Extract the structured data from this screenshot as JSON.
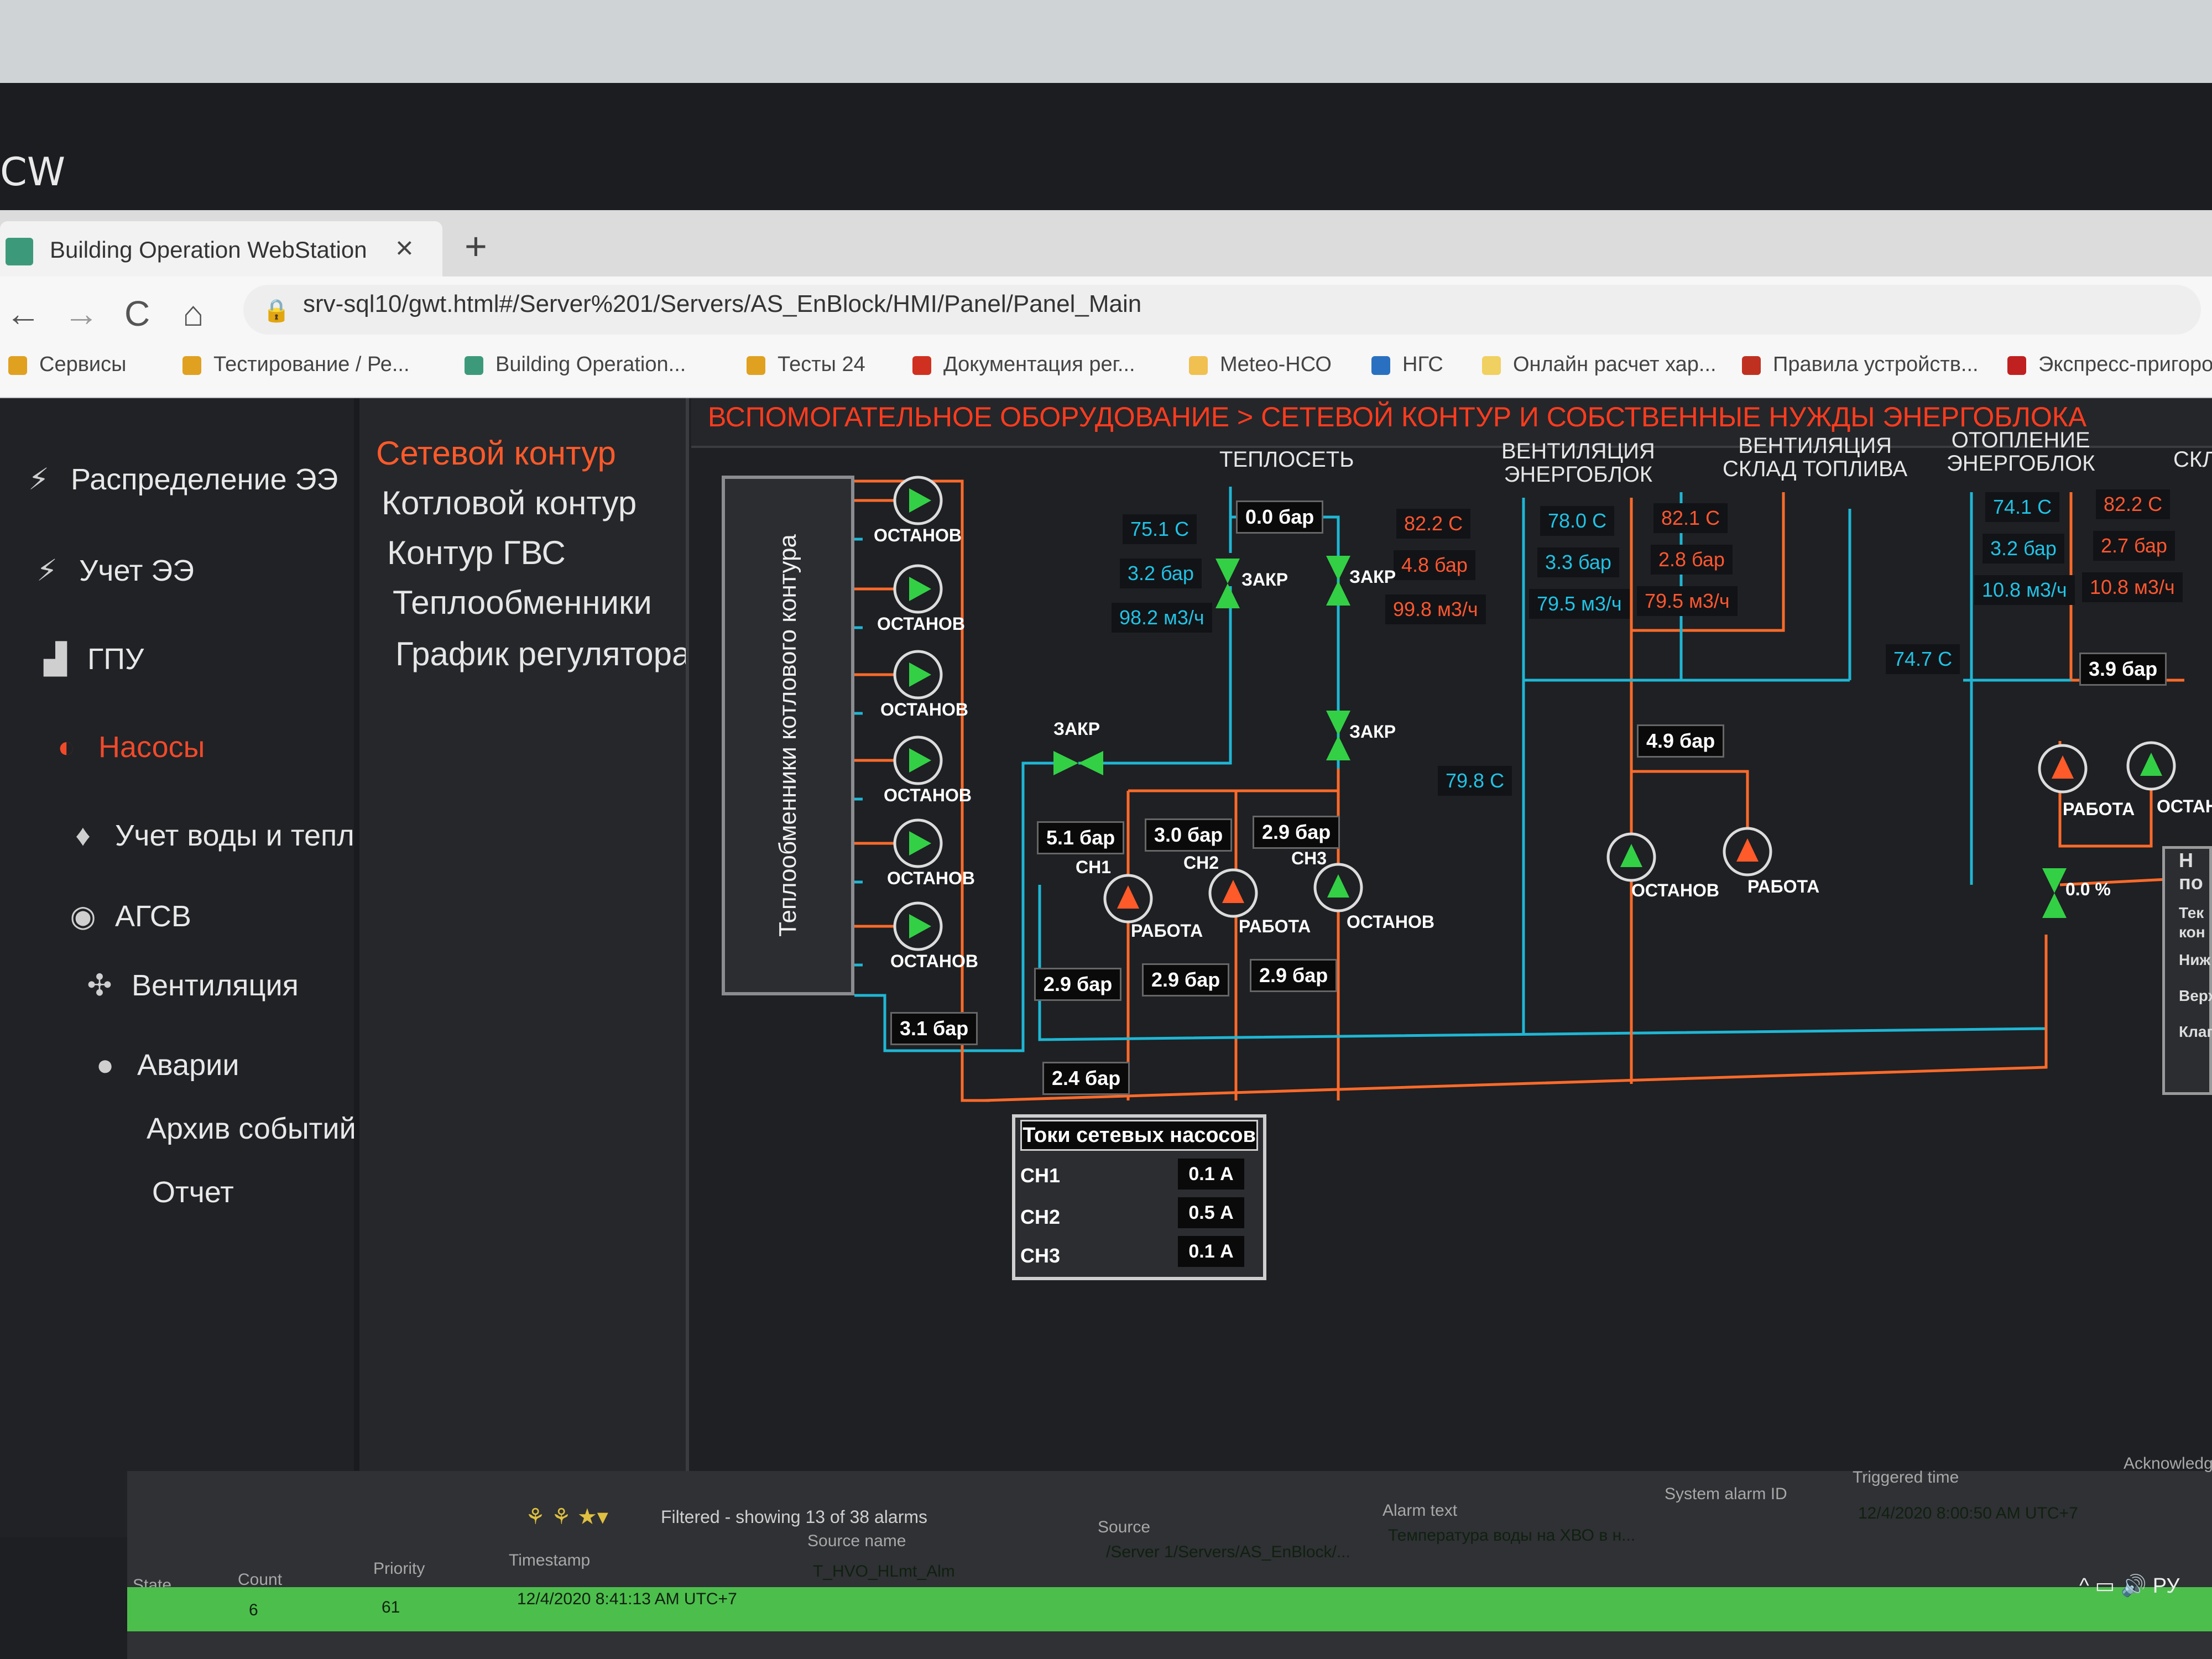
{
  "os": {
    "title": "CW"
  },
  "browser": {
    "tab_title": "Building Operation WebStation",
    "tab_close": "×",
    "new_tab": "+",
    "back": "←",
    "forward": "→",
    "reload": "C",
    "home": "⌂",
    "url": "srv-sql10/gwt.html#/Server%201/Servers/AS_EnBlock/HMI/Panel/Panel_Main",
    "bookmarks": [
      {
        "label": "Сервисы",
        "color": "#e0a020"
      },
      {
        "label": "Тестирование / Ре...",
        "color": "#e0a020"
      },
      {
        "label": "Building Operation...",
        "color": "#3c9a7a"
      },
      {
        "label": "Тесты 24",
        "color": "#e0a020"
      },
      {
        "label": "Документация рег...",
        "color": "#d03020"
      },
      {
        "label": "Meteo-НСО",
        "color": "#f0c050"
      },
      {
        "label": "НГС",
        "color": "#2a70c0"
      },
      {
        "label": "Онлайн расчет хар...",
        "color": "#f0d060"
      },
      {
        "label": "Правила устройств...",
        "color": "#c03020"
      },
      {
        "label": "Экспресс-пригоро",
        "color": "#c02020"
      }
    ]
  },
  "nav": {
    "items": [
      {
        "label": "Распределение ЭЭ",
        "icon": "lightning-icon",
        "glyph": "⚡"
      },
      {
        "label": "Учет ЭЭ",
        "icon": "meter-icon",
        "glyph": "⚡"
      },
      {
        "label": "ГПУ",
        "icon": "factory-icon",
        "glyph": "▟"
      },
      {
        "label": "Насосы",
        "icon": "pump-icon",
        "glyph": "◐",
        "active": true
      },
      {
        "label": "Учет воды и тепла",
        "icon": "drop-icon",
        "glyph": "♦"
      },
      {
        "label": "АГСВ",
        "icon": "gauge-icon",
        "glyph": "◉"
      },
      {
        "label": "Вентиляция",
        "icon": "fan-icon",
        "glyph": "✣"
      },
      {
        "label": "Аварии",
        "icon": "alarm-icon",
        "glyph": "●"
      },
      {
        "label": "Архив событий",
        "icon": "",
        "glyph": ""
      },
      {
        "label": "Отчет",
        "icon": "",
        "glyph": ""
      }
    ]
  },
  "subnav": {
    "items": [
      {
        "label": "Сетевой контур",
        "active": true
      },
      {
        "label": "Котловой контур"
      },
      {
        "label": "Контур ГВС"
      },
      {
        "label": "Теплообменники"
      },
      {
        "label": "График регулятора"
      }
    ]
  },
  "panel": {
    "title": "ВСПОМОГАТЕЛЬНОЕ ОБОРУДОВАНИЕ > СЕТЕВОЙ КОНТУР И СОБСТВЕННЫЕ НУЖДЫ ЭНЕРГОБЛОКА",
    "section_labels": {
      "teploset": "ТЕПЛОСЕТЬ",
      "vent_energo": "ВЕНТИЛЯЦИЯ\nЭНЕРГОБЛОК",
      "vent_sklad": "ВЕНТИЛЯЦИЯ\nСКЛАД ТОПЛИВА",
      "otop_energo": "ОТОПЛЕНИЕ\nЭНЕРГОБЛОК",
      "skl": "СКЛ"
    },
    "hx_label": "Теплообменники котлового контура",
    "hx_pumps": [
      "ОСТАНОВ",
      "ОСТАНОВ",
      "ОСТАНОВ",
      "ОСТАНОВ",
      "ОСТАНОВ",
      "ОСТАНОВ"
    ],
    "hx_pressure": "3.1 бар",
    "teploset": {
      "supply_temp": "75.1 С",
      "supply_pressure": "3.2 бар",
      "supply_flow": "98.2 м3/ч",
      "diff_pressure": "0.0 бар",
      "return_temp": "82.2 С",
      "return_pressure": "4.8 бар",
      "return_flow": "99.8 м3/ч",
      "valve1": "ЗАКР",
      "valve2": "ЗАКР",
      "valve3": "ЗАКР",
      "valve4": "ЗАКР",
      "temp_mid": "79.8 С",
      "header_pressure": "2.4 бар"
    },
    "network_pumps": [
      {
        "name": "СН1",
        "status": "РАБОТА",
        "p_out": "5.1 бар",
        "p_in": "2.9 бар"
      },
      {
        "name": "СН2",
        "status": "РАБОТА",
        "p_out": "3.0 бар",
        "p_in": "2.9 бар"
      },
      {
        "name": "СН3",
        "status": "ОСТАНОВ",
        "p_out": "2.9 бар",
        "p_in": "2.9 бар"
      }
    ],
    "vent_energo": {
      "t_supply": "78.0 С",
      "p_supply": "3.3 бар",
      "flow_supply": "79.5 м3/ч"
    },
    "vent_sklad": {
      "t_return": "82.1 С",
      "p_return": "2.8 бар",
      "flow_return": "79.5 м3/ч"
    },
    "vent_pumps": [
      {
        "status": "ОСТАНОВ"
      },
      {
        "status": "РАБОТА"
      }
    ],
    "vent_pressure": "4.9 бар",
    "otop": {
      "t_supply": "74.1 С",
      "p_supply": "3.2 бар",
      "flow_supply": "10.8 м3/ч",
      "t_return": "82.2 С",
      "p_return": "2.7 бар",
      "flow_return": "10.8 м3/ч",
      "t_mid": "74.7 С",
      "pressure": "3.9 бар",
      "valve_pos": "0.0 %"
    },
    "otop_pumps": [
      {
        "status": "РАБОТА"
      },
      {
        "status": "ОСТАН"
      }
    ],
    "side_panel": [
      "Н",
      "по",
      "Тек",
      "кон",
      "Ниж",
      "Верх",
      "Клап"
    ],
    "currents": {
      "title": "Токи сетевых насосов",
      "rows": [
        {
          "name": "СН1",
          "value": "0.1 А"
        },
        {
          "name": "СН2",
          "value": "0.5 А"
        },
        {
          "name": "СН3",
          "value": "0.1 А"
        }
      ]
    }
  },
  "alarms": {
    "filter_text": "Filtered - showing 13 of 38 alarms",
    "headers": [
      "State",
      "Count",
      "Priority",
      "Timestamp",
      "Source name",
      "Source",
      "Alarm text",
      "System alarm ID",
      "Triggered time",
      "Acknowledg"
    ],
    "row": {
      "count": "6",
      "priority": "61",
      "timestamp": "12/4/2020 8:41:13 AM UTC+7",
      "source_name": "T_HVO_HLmt_Alm",
      "source": "/Server 1/Servers/AS_EnBlock/...",
      "alarm_text": "Температура воды на ХВО в н...",
      "triggered": "12/4/2020 8:00:50 AM UTC+7"
    }
  },
  "tray": "^ ▭ 🔊 РУ",
  "colors": {
    "accent": "#ff3c1e",
    "pipe_cyan": "#1fb6d4",
    "pipe_orange": "#ff6a2a",
    "pump_on": "#ff5a2a",
    "pump_off": "#33d046",
    "alarm_row": "#4cbe4c"
  }
}
